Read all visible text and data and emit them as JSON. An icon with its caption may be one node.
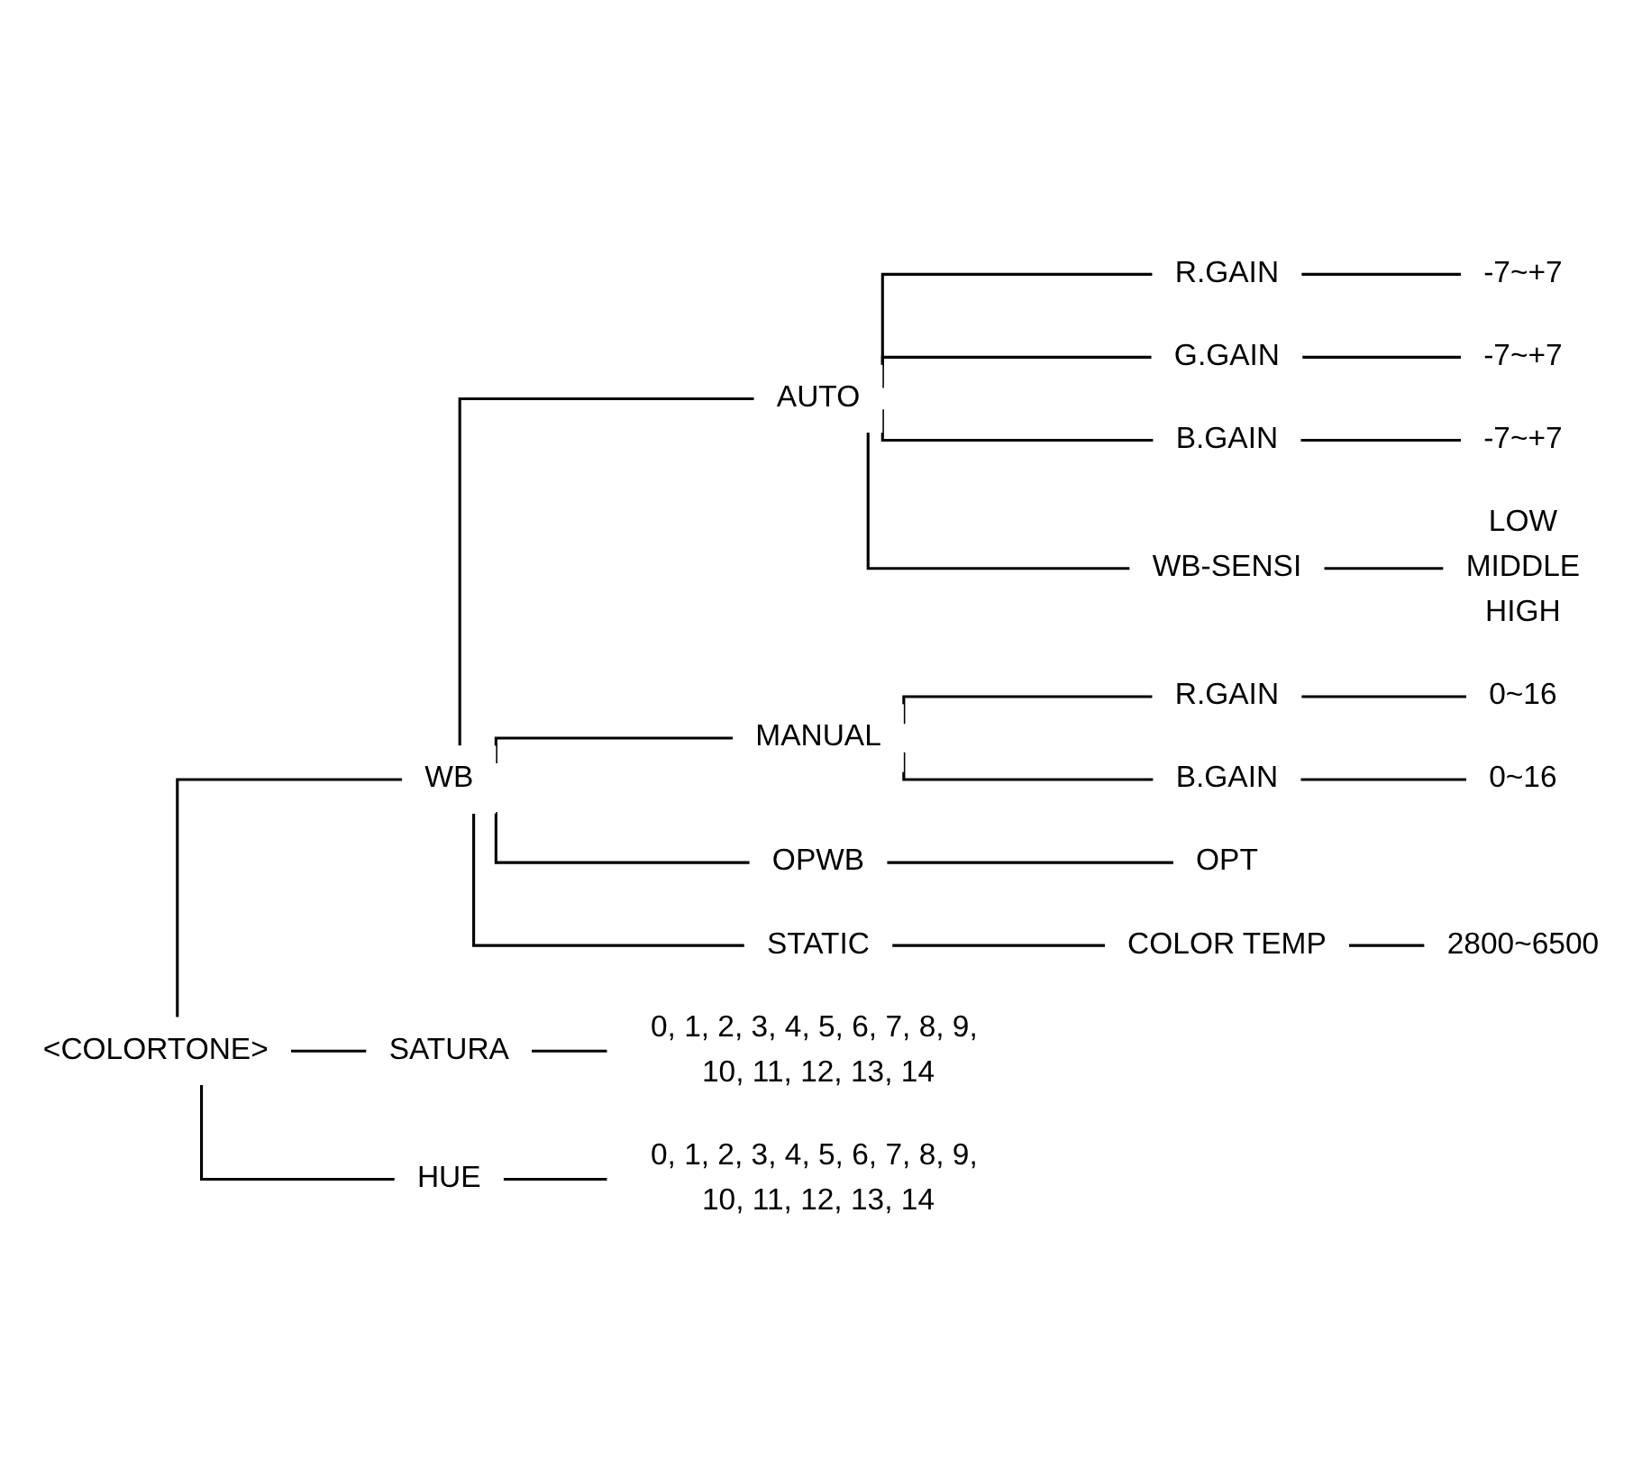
{
  "diagram": {
    "nodes": [
      {
        "text": [
          "<COLORTONE>"
        ]
      },
      {
        "text": [
          "WB"
        ]
      },
      {
        "text": [
          "AUTO"
        ]
      },
      {
        "text": [
          "R.GAIN"
        ]
      },
      {
        "text": [
          "-7~+7"
        ]
      },
      {
        "text": [
          "G.GAIN"
        ]
      },
      {
        "text": [
          "-7~+7"
        ]
      },
      {
        "text": [
          "B.GAIN"
        ]
      },
      {
        "text": [
          "-7~+7"
        ]
      },
      {
        "text": [
          "WB-SENSI"
        ]
      },
      {
        "text": [
          "LOW",
          "MIDDLE",
          "HIGH"
        ]
      },
      {
        "text": [
          "MANUAL"
        ]
      },
      {
        "text": [
          "R.GAIN"
        ]
      },
      {
        "text": [
          "0~16"
        ]
      },
      {
        "text": [
          "B.GAIN"
        ]
      },
      {
        "text": [
          "0~16"
        ]
      },
      {
        "text": [
          "OPWB"
        ]
      },
      {
        "text": [
          "OPT"
        ]
      },
      {
        "text": [
          "STATIC"
        ]
      },
      {
        "text": [
          "COLOR TEMP"
        ]
      },
      {
        "text": [
          "2800~6500"
        ]
      },
      {
        "text": [
          "SATURA"
        ]
      },
      {
        "text": [
          "0, 1, 2, 3, 4, 5, 6, 7, 8, 9, 10, 11, 12, 13, 14"
        ]
      },
      {
        "text": [
          "HUE"
        ]
      },
      {
        "text": [
          "0, 1, 2, 3, 4, 5, 6, 7, 8, 9, 10, 11, 12, 13, 14"
        ]
      }
    ],
    "edges": [
      {
        "from": 0,
        "to": 1,
        "arrow": "none"
      },
      {
        "from": 1,
        "to": 2,
        "arrow": "none"
      },
      {
        "from": 2,
        "to": 3,
        "arrow": "none"
      },
      {
        "from": 3,
        "to": 4,
        "arrow": "none"
      },
      {
        "from": 2,
        "to": 5,
        "arrow": "none"
      },
      {
        "from": 5,
        "to": 6,
        "arrow": "none"
      },
      {
        "from": 2,
        "to": 7,
        "arrow": "none"
      },
      {
        "from": 7,
        "to": 8,
        "arrow": "none"
      },
      {
        "from": 2,
        "to": 9,
        "arrow": "none"
      },
      {
        "from": 9,
        "to": 10,
        "arrow": "none"
      },
      {
        "from": 1,
        "to": 11,
        "arrow": "none"
      },
      {
        "from": 11,
        "to": 12,
        "arrow": "none"
      },
      {
        "from": 12,
        "to": 13,
        "arrow": "none"
      },
      {
        "from": 11,
        "to": 14,
        "arrow": "none"
      },
      {
        "from": 14,
        "to": 15,
        "arrow": "none"
      },
      {
        "from": 1,
        "to": 16,
        "arrow": "none"
      },
      {
        "from": 16,
        "to": 17,
        "arrow": "none"
      },
      {
        "from": 1,
        "to": 18,
        "arrow": "none"
      },
      {
        "from": 18,
        "to": 19,
        "arrow": "none"
      },
      {
        "from": 19,
        "to": 20,
        "arrow": "none"
      },
      {
        "from": 0,
        "to": 21,
        "arrow": "none"
      },
      {
        "from": 21,
        "to": 22,
        "arrow": "none"
      },
      {
        "from": 0,
        "to": 23,
        "arrow": "none"
      },
      {
        "from": 23,
        "to": 24,
        "arrow": "none"
      }
    ]
  }
}
